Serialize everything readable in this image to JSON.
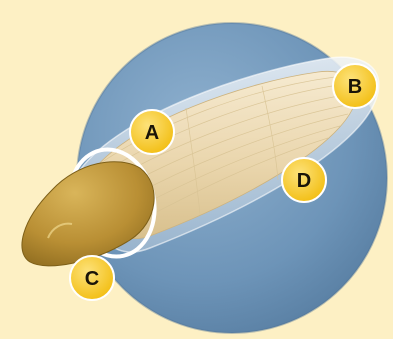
{
  "colors": {
    "background": "#fdf0c4",
    "disc": "#6d94b8",
    "disc_shadow": "#4f7396",
    "outer_shell": "#d6e1ec",
    "grain_body": "#ecdcb5",
    "cap_tip": "#b98f34",
    "callout_fill": "#f5c51c",
    "ring_outline": "#ffffff"
  },
  "labels": {
    "a": "A",
    "b": "B",
    "c": "C",
    "d": "D"
  },
  "icons": {
    "outer_shell": "translucent-shell-icon",
    "inner_body": "elongated-grain-icon",
    "tip": "rounded-tip-icon"
  }
}
